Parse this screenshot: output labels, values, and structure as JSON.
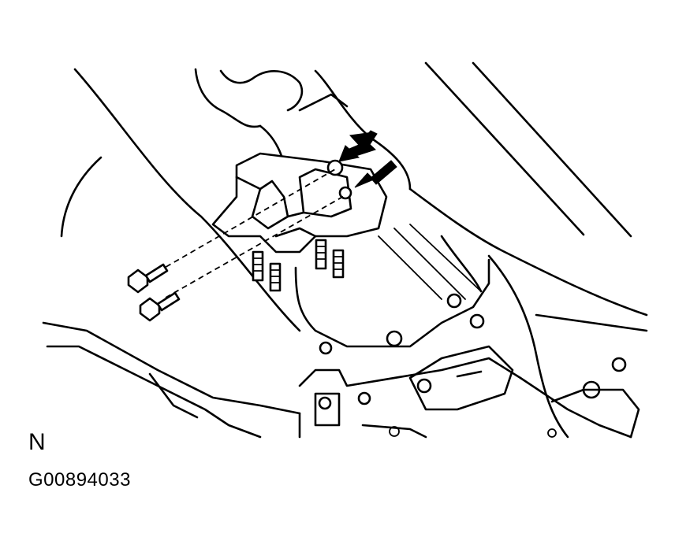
{
  "diagram": {
    "orientation_label": "N",
    "figure_id": "G00894033",
    "arrow_count": 2,
    "colors": {
      "line": "#000000",
      "background": "#ffffff"
    }
  }
}
